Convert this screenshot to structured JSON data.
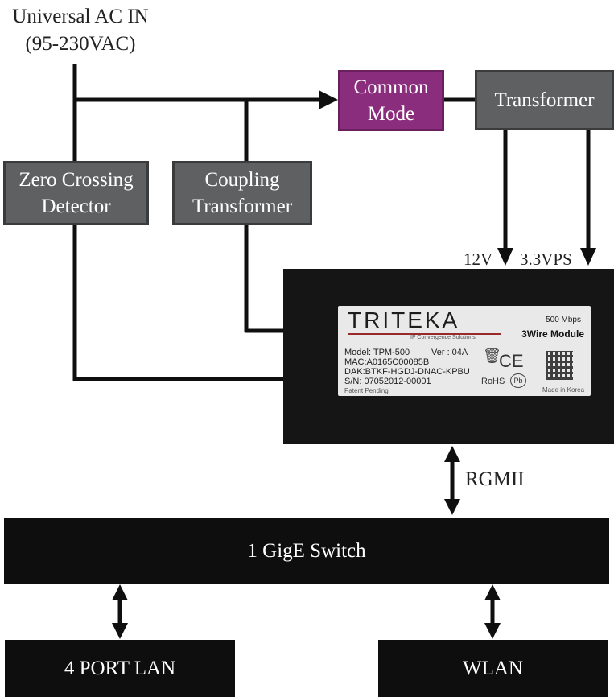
{
  "input": {
    "line1": "Universal AC IN",
    "line2": "(95-230VAC)"
  },
  "blocks": {
    "common_mode": {
      "line1": "Common",
      "line2": "Mode"
    },
    "transformer": "Transformer",
    "zero_crossing": {
      "line1": "Zero Crossing",
      "line2": "Detector"
    },
    "coupling": {
      "line1": "Coupling",
      "line2": "Transformer"
    },
    "switch": "1 GigE Switch",
    "lan": "4 PORT LAN",
    "wlan": "WLAN"
  },
  "rails": {
    "v12": "12V",
    "v33": "3.3VPS"
  },
  "link": "RGMII",
  "module_label": {
    "brand": "TRITEKA",
    "tagline": "IP Convergence Solutions",
    "speed": "500 Mbps",
    "module": "3Wire Module",
    "model": "Model: TPM-500",
    "ver": "Ver : 04A",
    "mac": "MAC:A0165C00085B",
    "dak": "DAK:BTKF-HGDJ-DNAC-KPBU",
    "sn": "S/N: 07052012-00001",
    "patent": "Patent Pending",
    "ce": "CE",
    "rohs": "RoHS",
    "pb": "Pb",
    "made_in": "Made in Korea"
  },
  "colors": {
    "grey_block": "#5e6062",
    "common_mode": "#8a2d7c",
    "black_block": "#0e0e0e"
  }
}
